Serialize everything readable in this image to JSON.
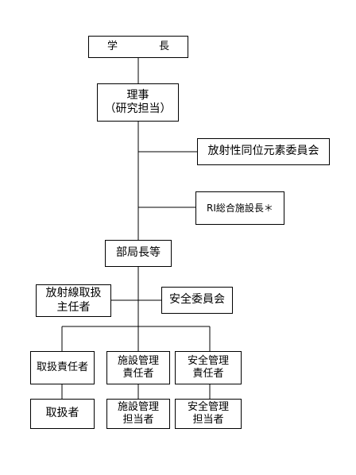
{
  "nodes": {
    "president": "学　　　　長",
    "director": "理事\n（研究担当）",
    "radio_committee": "放射性同位元素委員会",
    "ri_director": "RI総合施設長＊",
    "dept_head": "部局長等",
    "radiation_supervisor": "放射線取扱\n主任者",
    "safety_committee": "安全委員会",
    "handling_responsible": "取扱責任者",
    "facility_responsible": "施設管理\n責任者",
    "safety_responsible": "安全管理\n責任者",
    "handler": "取扱者",
    "facility_staff": "施設管理\n担当者",
    "safety_staff": "安全管理\n担当者"
  }
}
